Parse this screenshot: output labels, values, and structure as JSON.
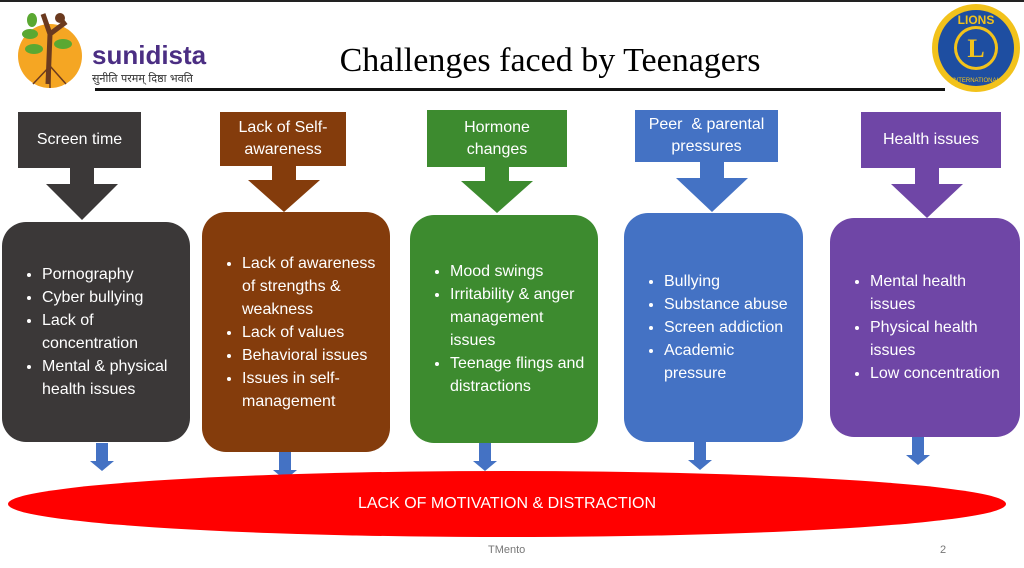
{
  "title": "Challenges faced by Teenagers",
  "logos": {
    "left": {
      "name": "sunidista",
      "tagline": "सुनीति परमम् दिष्ठा भवति"
    },
    "right": {
      "name": "LIONS INTERNATIONAL"
    }
  },
  "columns": [
    {
      "heading": "Screen time",
      "color": "#3b3838",
      "items": [
        "Pornography",
        "Cyber bullying",
        "Lack of concentration",
        "Mental & physical health issues"
      ]
    },
    {
      "heading": "Lack of Self-awareness",
      "color": "#843c0c",
      "items": [
        "Lack of awareness of strengths & weakness",
        "Lack of values",
        "Behavioral issues",
        "Issues in self-management"
      ]
    },
    {
      "heading": "Hormone changes",
      "color": "#3d8b2f",
      "items": [
        "Mood swings",
        "Irritability & anger management issues",
        "Teenage flings and distractions"
      ]
    },
    {
      "heading": "Peer  & parental pressures",
      "color": "#4472c4",
      "items": [
        "Bullying",
        "Substance abuse",
        "Screen addiction",
        "Academic pressure"
      ]
    },
    {
      "heading": "Health issues",
      "color": "#6f46a6",
      "items": [
        "Mental health issues",
        "Physical health issues",
        "Low concentration"
      ]
    }
  ],
  "result": "LACK OF MOTIVATION & DISTRACTION",
  "footer": {
    "center": "TMento",
    "page": "2"
  }
}
